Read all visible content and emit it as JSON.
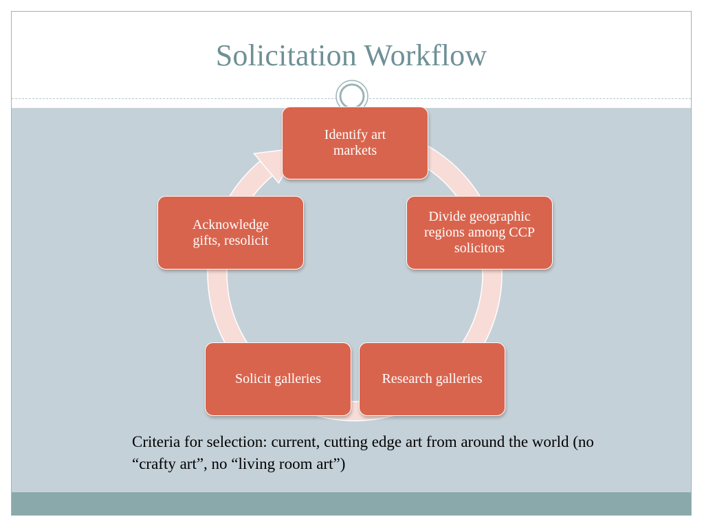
{
  "slide": {
    "title": "Solicitation Workflow",
    "cycle_steps": [
      {
        "label": "Identify art markets"
      },
      {
        "label": "Divide geographic regions among CCP solicitors"
      },
      {
        "label": "Research galleries"
      },
      {
        "label": "Solicit galleries"
      },
      {
        "label": "Acknowledge gifts, resolicit"
      }
    ],
    "criteria_text": "Criteria for selection: current, cutting edge art from around the world (no “crafty art”, no “living room art”)"
  },
  "colors": {
    "title": "#6e9097",
    "node_fill": "#d9644d",
    "arrow_fill": "#f7dcd8",
    "content_bg": "#c5d1d8",
    "footer_bg": "#8aa9aa"
  }
}
